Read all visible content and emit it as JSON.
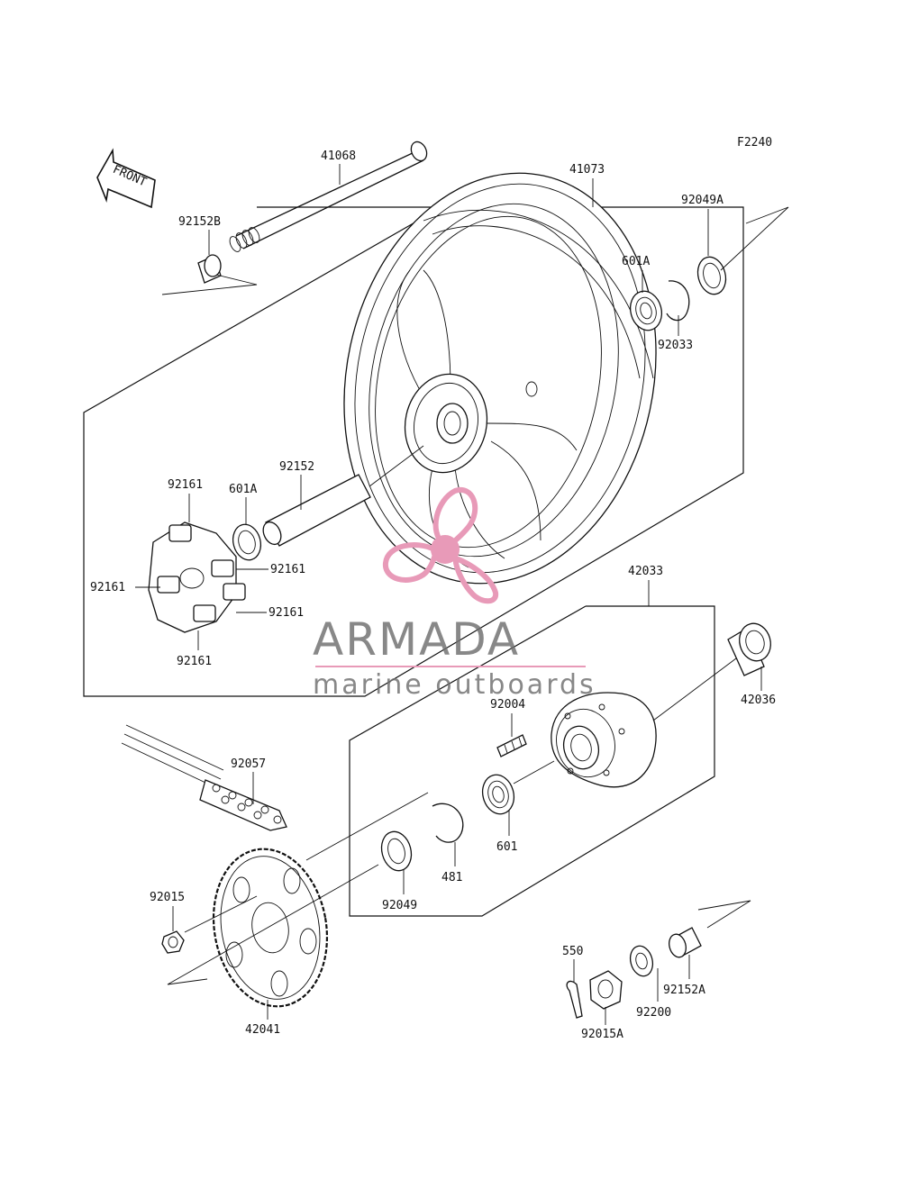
{
  "diagram_code": "F2240",
  "front_arrow_label": "FRONT",
  "watermark": {
    "brand": "ARMADA",
    "tagline": "marine outboards",
    "brand_pink": "#e89ab8",
    "brand_gray": "#6e6e6e"
  },
  "parts": [
    {
      "id": "p41068",
      "label": "41068"
    },
    {
      "id": "p41073",
      "label": "41073"
    },
    {
      "id": "p92152B",
      "label": "92152B"
    },
    {
      "id": "p92049A",
      "label": "92049A"
    },
    {
      "id": "p601A_top",
      "label": "601A"
    },
    {
      "id": "p92033",
      "label": "92033"
    },
    {
      "id": "p92152",
      "label": "92152"
    },
    {
      "id": "p601A_mid",
      "label": "601A"
    },
    {
      "id": "p92161_a",
      "label": "92161"
    },
    {
      "id": "p92161_b",
      "label": "92161"
    },
    {
      "id": "p92161_c",
      "label": "92161"
    },
    {
      "id": "p92161_d",
      "label": "92161"
    },
    {
      "id": "p92161_e",
      "label": "92161"
    },
    {
      "id": "p42033",
      "label": "42033"
    },
    {
      "id": "p42036",
      "label": "42036"
    },
    {
      "id": "p92004",
      "label": "92004"
    },
    {
      "id": "p92057",
      "label": "92057"
    },
    {
      "id": "p601",
      "label": "601"
    },
    {
      "id": "p481",
      "label": "481"
    },
    {
      "id": "p92049",
      "label": "92049"
    },
    {
      "id": "p92015",
      "label": "92015"
    },
    {
      "id": "p42041",
      "label": "42041"
    },
    {
      "id": "p550",
      "label": "550"
    },
    {
      "id": "p92200",
      "label": "92200"
    },
    {
      "id": "p92152A",
      "label": "92152A"
    },
    {
      "id": "p92015A",
      "label": "92015A"
    }
  ]
}
